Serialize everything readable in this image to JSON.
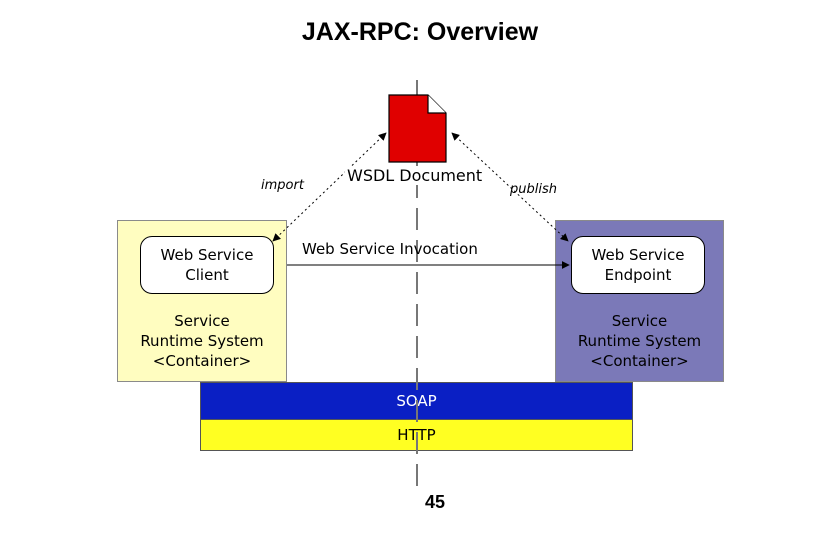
{
  "slide": {
    "title": "JAX-RPC:  Overview",
    "page_number": "45"
  },
  "diagram": {
    "wsdl_label": "WSDL Document",
    "import_label": "import",
    "publish_label": "publish",
    "invocation_label": "Web Service Invocation",
    "wsdl_icon": "document-icon",
    "client": {
      "line1": "Web Service",
      "line2": "Client",
      "runtime_line1": "Service",
      "runtime_line2": "Runtime System",
      "runtime_line3": "<Container>"
    },
    "endpoint": {
      "line1": "Web Service",
      "line2": "Endpoint",
      "runtime_line1": "Service",
      "runtime_line2": "Runtime System",
      "runtime_line3": "<Container>"
    },
    "protocol_stack": {
      "soap_label": "SOAP",
      "http_label": "HTTP"
    },
    "colors": {
      "client_panel": "#fffdc0",
      "endpoint_panel": "#7b79b8",
      "soap_band": "#0a1fc4",
      "http_band": "#ffff22",
      "document": "#e00000"
    }
  }
}
